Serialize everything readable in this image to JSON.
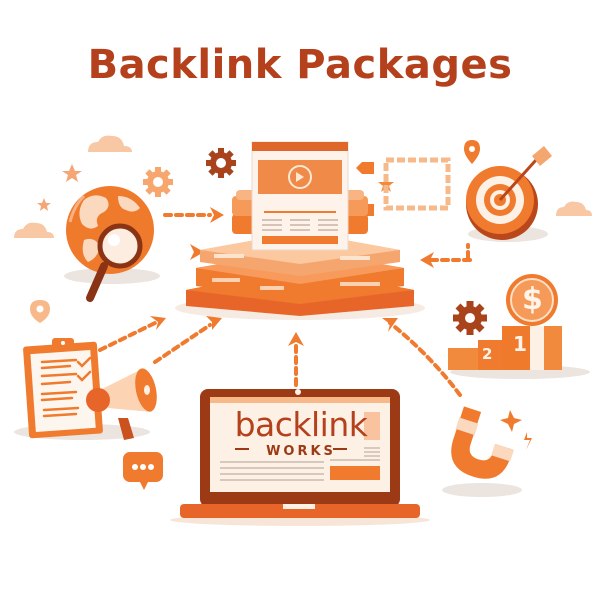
{
  "title": "Backlink Packages",
  "laptop": {
    "brand_text": "backlink",
    "sub_text": "WORKS"
  },
  "podium": {
    "first_place": "1",
    "second_place": "2",
    "coin_symbol": "$"
  },
  "colors": {
    "title": "#b5401c",
    "primary_orange": "#f07a2e",
    "light_orange": "#f8b98a",
    "dark_rust": "#9c3a16",
    "cream": "#fdf0e4",
    "shadow": "#ece4de"
  },
  "icons": [
    "cloud-icon",
    "star-icon",
    "gear-icon",
    "globe-icon",
    "magnifier-icon",
    "location-pin-icon",
    "target-icon",
    "arrow-icon",
    "clipboard-checklist-icon",
    "megaphone-icon",
    "chat-bubble-icon",
    "laptop-icon",
    "coin-dollar-icon",
    "podium-icon",
    "magnet-icon",
    "server-stack-icon",
    "webpage-icon"
  ]
}
